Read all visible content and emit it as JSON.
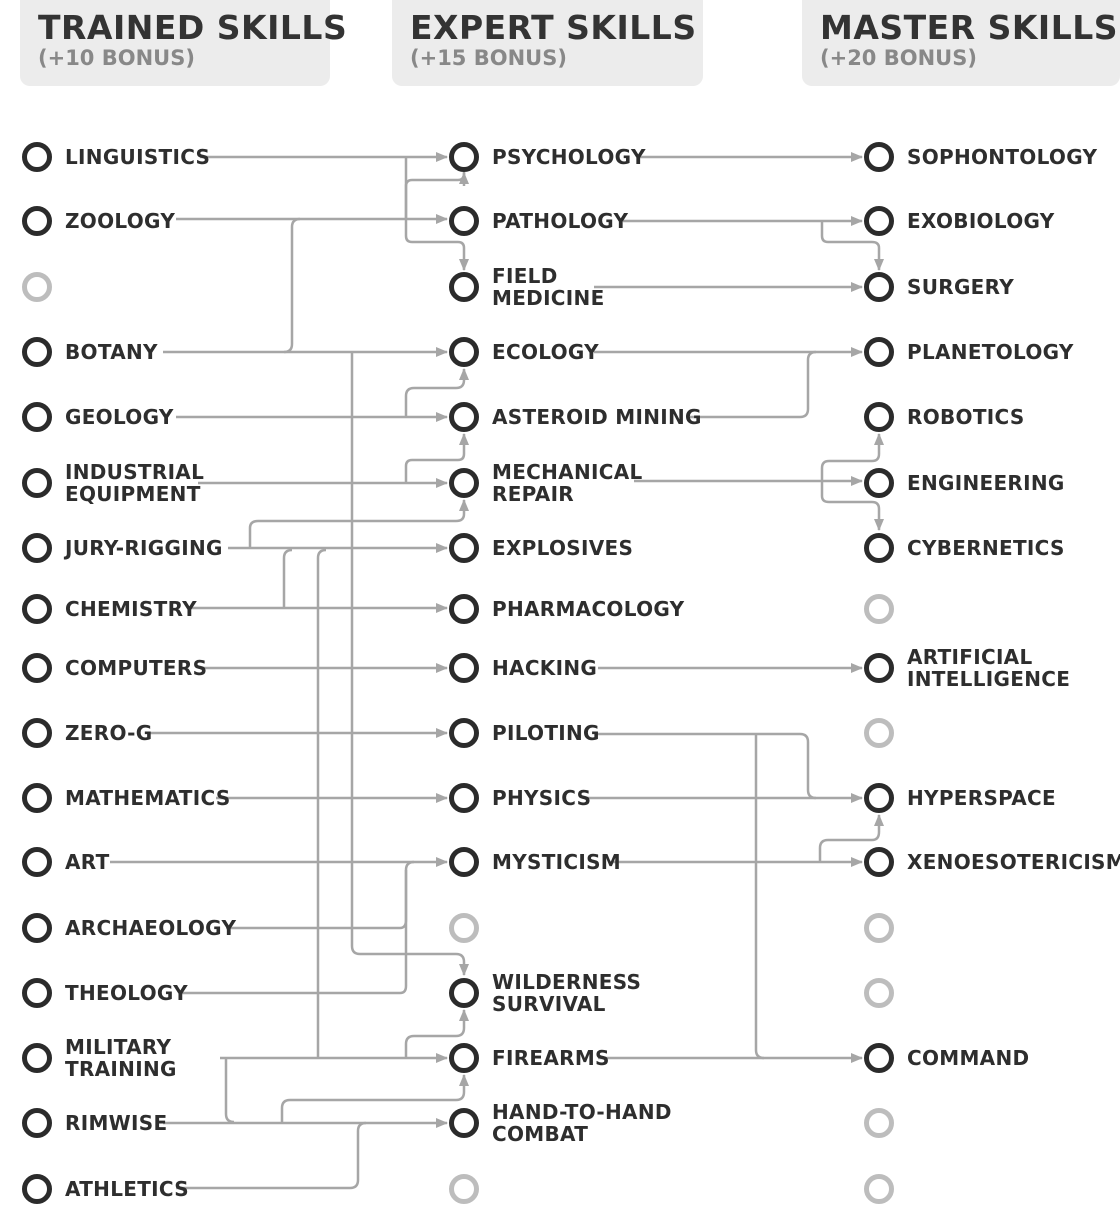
{
  "columns": [
    {
      "title": "TRAINED SKILLS",
      "bonus": "(+10 BONUS)"
    },
    {
      "title": "EXPERT SKILLS",
      "bonus": "(+15 BONUS)"
    },
    {
      "title": "MASTER SKILLS",
      "bonus": "(+20 BONUS)"
    }
  ],
  "trained": [
    "LINGUISTICS",
    "ZOOLOGY",
    "",
    "BOTANY",
    "GEOLOGY",
    "INDUSTRIAL\nEQUIPMENT",
    "JURY-RIGGING",
    "CHEMISTRY",
    "COMPUTERS",
    "ZERO-G",
    "MATHEMATICS",
    "ART",
    "ARCHAEOLOGY",
    "THEOLOGY",
    "MILITARY\nTRAINING",
    "RIMWISE",
    "ATHLETICS"
  ],
  "expert": [
    "PSYCHOLOGY",
    "PATHOLOGY",
    "FIELD\nMEDICINE",
    "ECOLOGY",
    "ASTEROID MINING",
    "MECHANICAL\nREPAIR",
    "EXPLOSIVES",
    "PHARMACOLOGY",
    "HACKING",
    "PILOTING",
    "PHYSICS",
    "MYSTICISM",
    "",
    "WILDERNESS\nSURVIVAL",
    "FIREARMS",
    "HAND-TO-HAND\nCOMBAT",
    ""
  ],
  "master": [
    "SOPHONTOLOGY",
    "EXOBIOLOGY",
    "SURGERY",
    "PLANETOLOGY",
    "ROBOTICS",
    "ENGINEERING",
    "CYBERNETICS",
    "",
    "ARTIFICIAL\nINTELLIGENCE",
    "",
    "HYPERSPACE",
    "XENOESOTERICISM",
    "",
    "",
    "COMMAND",
    "",
    ""
  ],
  "colors": {
    "node": "#2b2b2b",
    "empty_node": "#bdbdbd",
    "wire": "#a6a6a6",
    "header_bg": "#ececec"
  },
  "prerequisites": [
    {
      "from": "LINGUISTICS",
      "to": "PSYCHOLOGY"
    },
    {
      "from": "LINGUISTICS",
      "to": "PATHOLOGY"
    },
    {
      "from": "LINGUISTICS",
      "to": "FIELD MEDICINE"
    },
    {
      "from": "ZOOLOGY",
      "to": "PATHOLOGY"
    },
    {
      "from": "ZOOLOGY",
      "to": "PSYCHOLOGY"
    },
    {
      "from": "ZOOLOGY",
      "to": "FIELD MEDICINE"
    },
    {
      "from": "ZOOLOGY",
      "to": "ECOLOGY"
    },
    {
      "from": "BOTANY",
      "to": "ECOLOGY"
    },
    {
      "from": "BOTANY",
      "to": "PATHOLOGY"
    },
    {
      "from": "BOTANY",
      "to": "WILDERNESS SURVIVAL"
    },
    {
      "from": "GEOLOGY",
      "to": "ASTEROID MINING"
    },
    {
      "from": "GEOLOGY",
      "to": "ECOLOGY"
    },
    {
      "from": "INDUSTRIAL EQUIPMENT",
      "to": "MECHANICAL REPAIR"
    },
    {
      "from": "INDUSTRIAL EQUIPMENT",
      "to": "ASTEROID MINING"
    },
    {
      "from": "JURY-RIGGING",
      "to": "EXPLOSIVES"
    },
    {
      "from": "JURY-RIGGING",
      "to": "MECHANICAL REPAIR"
    },
    {
      "from": "CHEMISTRY",
      "to": "PHARMACOLOGY"
    },
    {
      "from": "CHEMISTRY",
      "to": "EXPLOSIVES"
    },
    {
      "from": "COMPUTERS",
      "to": "HACKING"
    },
    {
      "from": "ZERO-G",
      "to": "PILOTING"
    },
    {
      "from": "MATHEMATICS",
      "to": "PHYSICS"
    },
    {
      "from": "ART",
      "to": "MYSTICISM"
    },
    {
      "from": "ARCHAEOLOGY",
      "to": "MYSTICISM"
    },
    {
      "from": "THEOLOGY",
      "to": "MYSTICISM"
    },
    {
      "from": "MILITARY TRAINING",
      "to": "FIREARMS"
    },
    {
      "from": "MILITARY TRAINING",
      "to": "EXPLOSIVES"
    },
    {
      "from": "MILITARY TRAINING",
      "to": "WILDERNESS SURVIVAL"
    },
    {
      "from": "MILITARY TRAINING",
      "to": "HAND-TO-HAND COMBAT"
    },
    {
      "from": "RIMWISE",
      "to": "HAND-TO-HAND COMBAT"
    },
    {
      "from": "RIMWISE",
      "to": "FIREARMS"
    },
    {
      "from": "ATHLETICS",
      "to": "HAND-TO-HAND COMBAT"
    },
    {
      "from": "PSYCHOLOGY",
      "to": "SOPHONTOLOGY"
    },
    {
      "from": "PATHOLOGY",
      "to": "EXOBIOLOGY"
    },
    {
      "from": "PATHOLOGY",
      "to": "SURGERY"
    },
    {
      "from": "FIELD MEDICINE",
      "to": "SURGERY"
    },
    {
      "from": "ECOLOGY",
      "to": "PLANETOLOGY"
    },
    {
      "from": "ASTEROID MINING",
      "to": "PLANETOLOGY"
    },
    {
      "from": "MECHANICAL REPAIR",
      "to": "ENGINEERING"
    },
    {
      "from": "MECHANICAL REPAIR",
      "to": "ROBOTICS"
    },
    {
      "from": "MECHANICAL REPAIR",
      "to": "CYBERNETICS"
    },
    {
      "from": "HACKING",
      "to": "ARTIFICIAL INTELLIGENCE"
    },
    {
      "from": "PILOTING",
      "to": "HYPERSPACE"
    },
    {
      "from": "PILOTING",
      "to": "COMMAND"
    },
    {
      "from": "PHYSICS",
      "to": "HYPERSPACE"
    },
    {
      "from": "MYSTICISM",
      "to": "XENOESOTERICISM"
    },
    {
      "from": "MYSTICISM",
      "to": "HYPERSPACE"
    },
    {
      "from": "FIREARMS",
      "to": "COMMAND"
    }
  ]
}
